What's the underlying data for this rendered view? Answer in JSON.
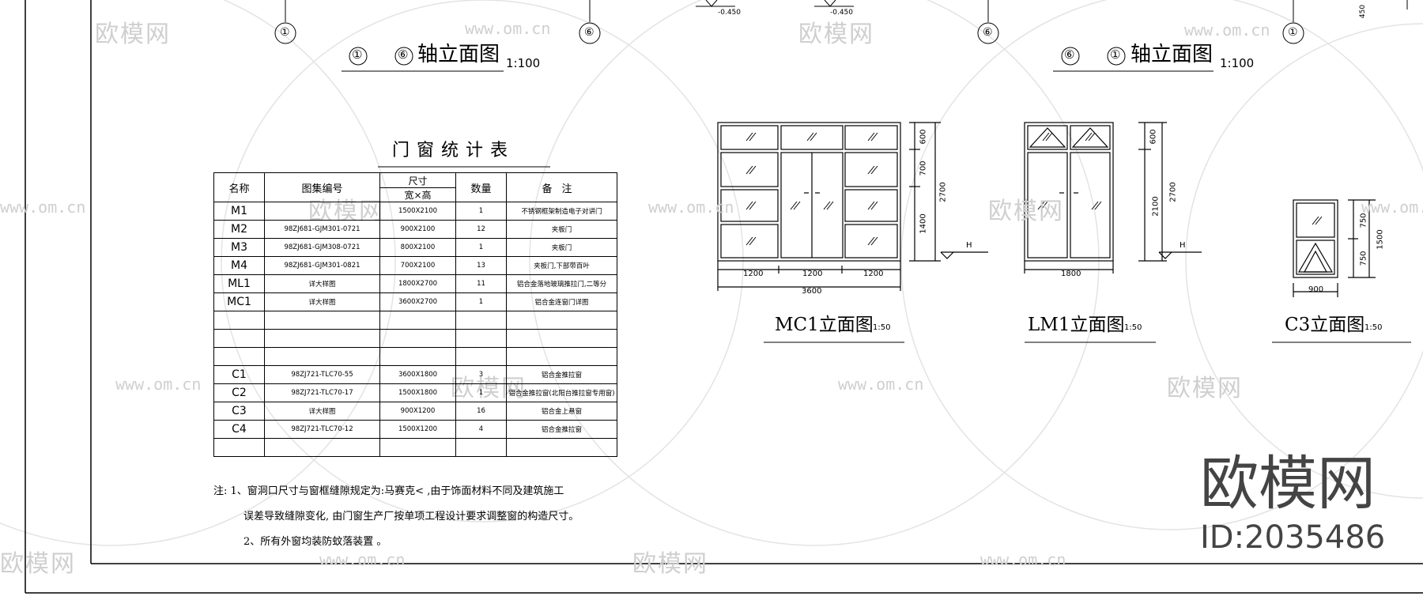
{
  "elevations": {
    "left": {
      "axis_from": "①",
      "axis_to": "⑥",
      "title": "轴立面图",
      "scale": "1:100"
    },
    "right": {
      "axis_from": "⑥",
      "axis_to": "①",
      "title": "轴立面图",
      "scale": "1:100"
    },
    "axis_marks": [
      "①",
      "⑥",
      "⑥",
      "①"
    ],
    "level_marks": [
      "-0.450",
      "-0.450"
    ],
    "top_right_dim": "450"
  },
  "schedule": {
    "title": "门窗统计表",
    "headers": {
      "name": "名称",
      "atlas": "图集编号",
      "size": "尺寸",
      "size_sub": "宽×高",
      "qty": "数量",
      "remark": "备注"
    },
    "rows": [
      {
        "name": "M1",
        "atlas": "",
        "size": "1500X2100",
        "qty": "1",
        "remark": "不锈钢框架制造电子对讲门"
      },
      {
        "name": "M2",
        "atlas": "98ZJ681-GJM301-0721",
        "size": "900X2100",
        "qty": "12",
        "remark": "夹板门"
      },
      {
        "name": "M3",
        "atlas": "98ZJ681-GJM308-0721",
        "size": "800X2100",
        "qty": "1",
        "remark": "夹板门"
      },
      {
        "name": "M4",
        "atlas": "98ZJ681-GJM301-0821",
        "size": "700X2100",
        "qty": "13",
        "remark": "夹板门,下部带百叶"
      },
      {
        "name": "ML1",
        "atlas": "详大样图",
        "size": "1800X2700",
        "qty": "11",
        "remark": "铝合金落地玻璃推拉门,二等分"
      },
      {
        "name": "MC1",
        "atlas": "详大样图",
        "size": "3600X2700",
        "qty": "1",
        "remark": "铝合金连窗门详图"
      },
      {
        "name": "",
        "atlas": "",
        "size": "",
        "qty": "",
        "remark": ""
      },
      {
        "name": "",
        "atlas": "",
        "size": "",
        "qty": "",
        "remark": ""
      },
      {
        "name": "",
        "atlas": "",
        "size": "",
        "qty": "",
        "remark": ""
      },
      {
        "name": "C1",
        "atlas": "98ZJ721-TLC70-55",
        "size": "3600X1800",
        "qty": "3",
        "remark": "铝合金推拉窗"
      },
      {
        "name": "C2",
        "atlas": "98ZJ721-TLC70-17",
        "size": "1500X1800",
        "qty": "1",
        "remark": "铝合金推拉窗(北阳台推拉窗专用窗)"
      },
      {
        "name": "C3",
        "atlas": "详大样图",
        "size": "900X1200",
        "qty": "16",
        "remark": "铝合金上悬窗"
      },
      {
        "name": "C4",
        "atlas": "98ZJ721-TLC70-12",
        "size": "1500X1200",
        "qty": "4",
        "remark": "铝合金推拉窗"
      },
      {
        "name": "",
        "atlas": "",
        "size": "",
        "qty": "",
        "remark": ""
      }
    ]
  },
  "notes": [
    "注: 1、窗洞口尺寸与窗框缝隙规定为:马赛克< ,由于饰面材料不同及建筑施工",
    "误差导致缝隙变化,      由门窗生产厂按单项工程设计要求调整窗的构造尺寸。",
    "2、所有外窗均装防蚊落装置 。"
  ],
  "details": {
    "mc1": {
      "title": "MC1立面图",
      "scale": "1:50",
      "widths": [
        "1200",
        "1200",
        "1200"
      ],
      "total_width": "3600",
      "heights": [
        "600",
        "700",
        "1400"
      ],
      "total_height": "2700",
      "level": "H"
    },
    "lm1": {
      "title": "LM1立面图",
      "scale": "1:50",
      "width": "1800",
      "heights": [
        "600",
        "2100"
      ],
      "total_height": "2700",
      "level": "H"
    },
    "c3": {
      "title": "C3立面图",
      "scale": "1:50",
      "width": "900",
      "heights": [
        "750",
        "750"
      ],
      "total_height": "1500"
    }
  },
  "watermark": {
    "text": "欧模网",
    "url": "www.om.cn",
    "brand": "欧模网",
    "id": "ID:2035486"
  }
}
